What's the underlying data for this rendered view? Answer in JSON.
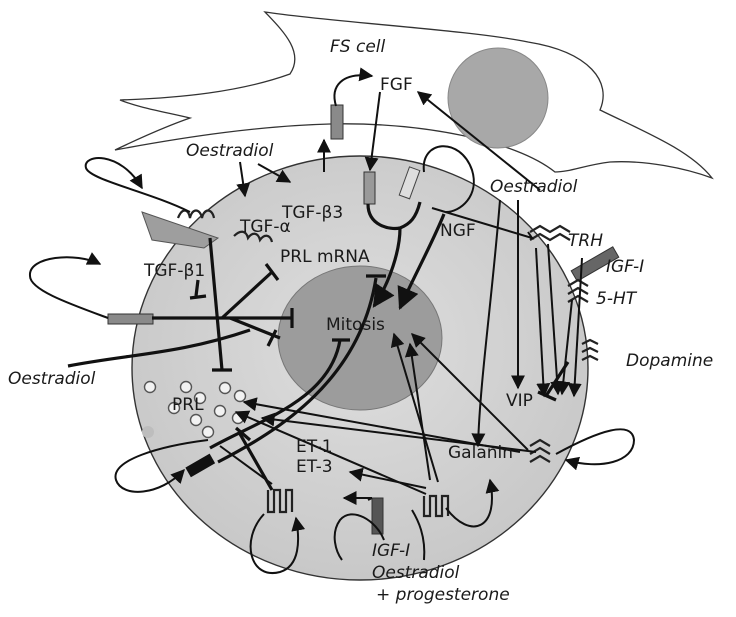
{
  "labels": {
    "fs_cell": "FS cell",
    "fgf": "FGF",
    "oestradiol_top": "Oestradiol",
    "oestradiol_right": "Oestradiol",
    "oestradiol_left": "Oestradiol",
    "tgf_alpha": "TGF-α",
    "tgf_b3": "TGF-β3",
    "ngf": "NGF",
    "prl_mrna": "PRL mRNA",
    "tgf_b1": "TGF-β1",
    "mitosis": "Mitosis",
    "trh": "TRH",
    "igf_right": "IGF-I",
    "ht5": "5-HT",
    "dopamine": "Dopamine",
    "vip": "VIP",
    "prl": "PRL",
    "galanin": "Galanin",
    "et1": "ET-1",
    "et3": "ET-3",
    "igf_bottom": "IGF-I",
    "oestradiol_bottom": "Oestradiol",
    "progesterone": "+ progesterone"
  }
}
